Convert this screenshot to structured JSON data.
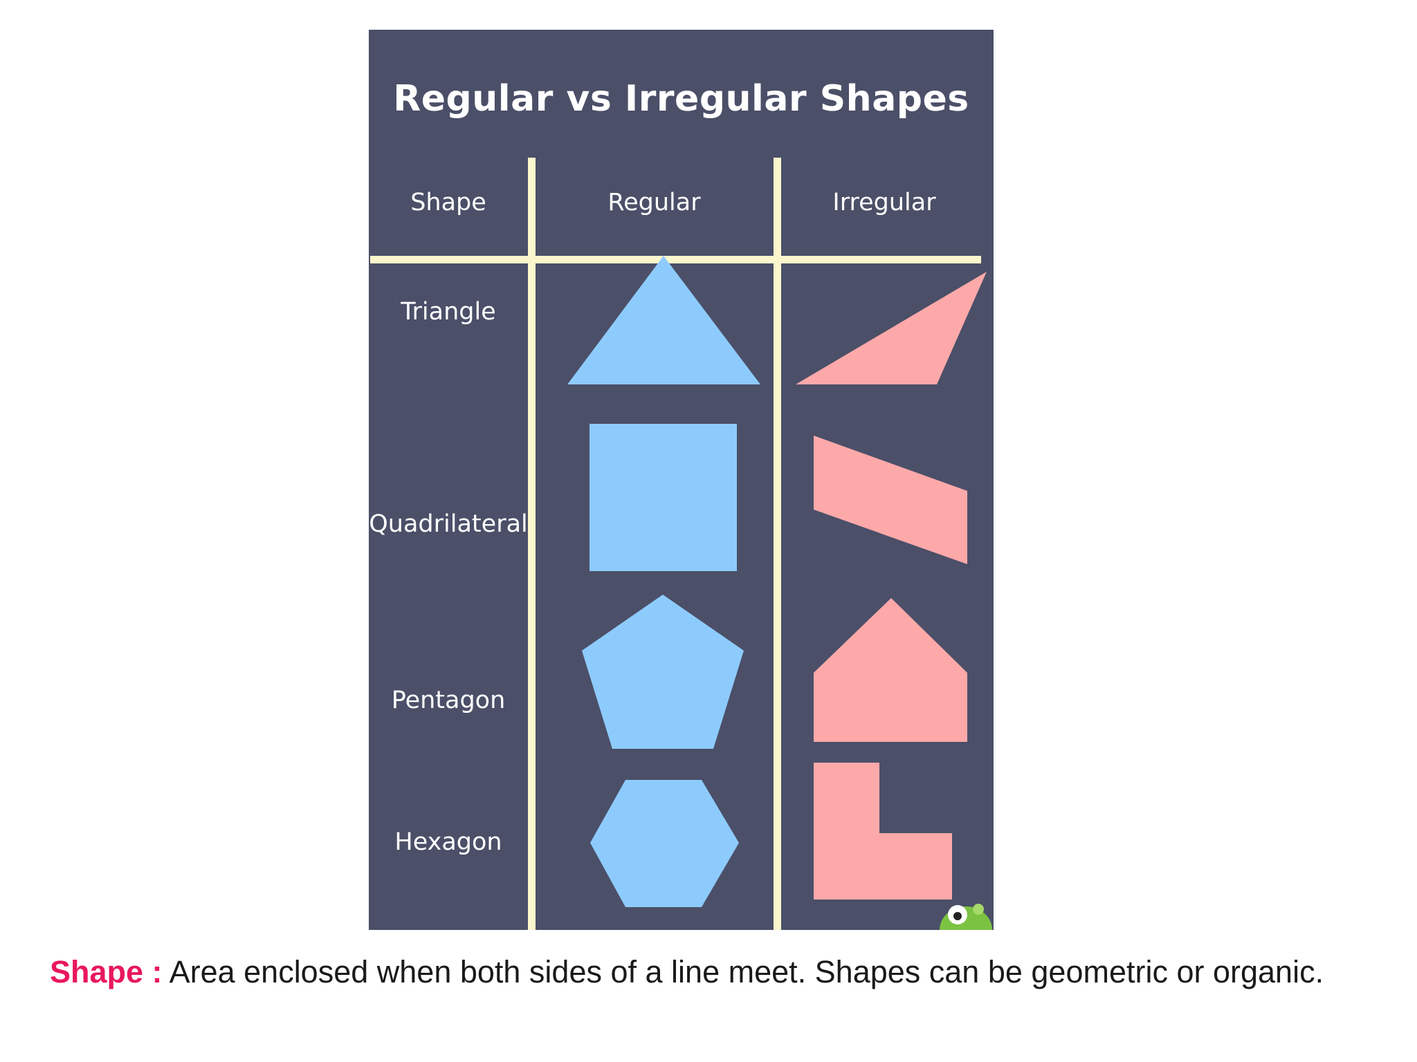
{
  "poster": {
    "title": "Regular vs Irregular Shapes",
    "headers": {
      "shape": "Shape",
      "regular": "Regular",
      "irregular": "Irregular"
    },
    "rows": [
      {
        "label": "Triangle"
      },
      {
        "label": "Quadrilateral"
      },
      {
        "label": "Pentagon"
      },
      {
        "label": "Hexagon"
      }
    ],
    "colors": {
      "background": "#4b4f68",
      "grid_lines": "#fbf6cc",
      "regular_fill": "#8ecbfd",
      "irregular_fill": "#fda9a9"
    },
    "icons": [
      "green-mascot-icon"
    ]
  },
  "footer": {
    "term": "Shape :",
    "definition": "Area enclosed when both sides of a line meet. Shapes can be geometric or organic.",
    "term_color": "#e8185c"
  }
}
